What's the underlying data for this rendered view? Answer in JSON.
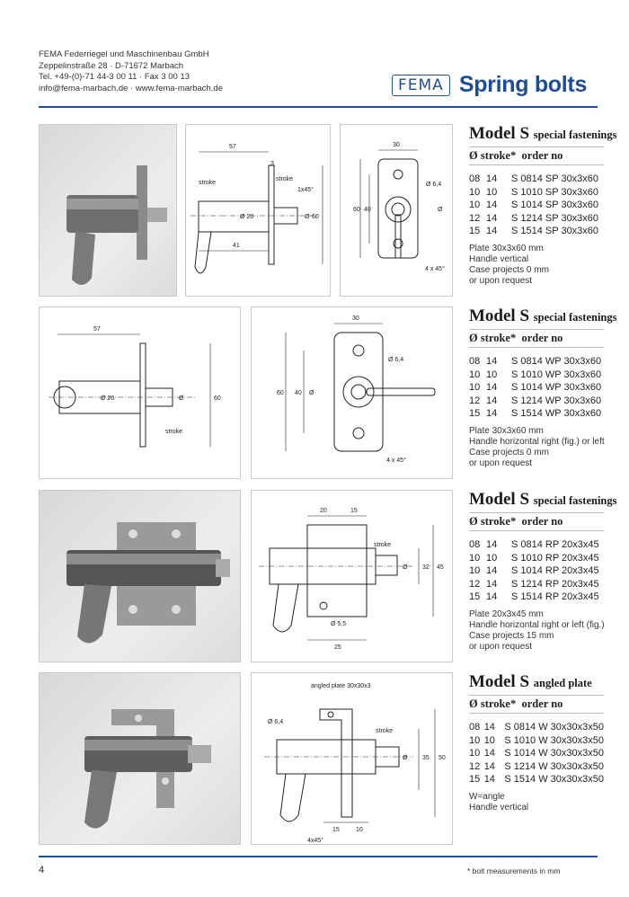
{
  "company": {
    "name": "FEMA Federriegel und Maschinenbau GmbH",
    "address": "Zeppelinstraße 28 · D-71672 Marbach",
    "phone": "Tel. +49-(0)-71 44-3 00 11 · Fax 3 00 13",
    "web": "info@fema-marbach.de · www.fema-marbach.de"
  },
  "logo": "FEMA",
  "page_title": "Spring bolts",
  "header": {
    "diameter": "Ø",
    "stroke": "stroke*",
    "order": "order no"
  },
  "sections": [
    {
      "model": "Model S",
      "subtitle": "special fastenings",
      "rows": [
        [
          "08",
          "14",
          "S 0814 SP 30x3x60"
        ],
        [
          "10",
          "10",
          "S 1010 SP 30x3x60"
        ],
        [
          "10",
          "14",
          "S 1014 SP 30x3x60"
        ],
        [
          "12",
          "14",
          "S 1214 SP 30x3x60"
        ],
        [
          "15",
          "14",
          "S 1514 SP 30x3x60"
        ]
      ],
      "notes": [
        "Plate 30x3x60 mm",
        "Handle vertical",
        "Case projects 0 mm",
        "or upon request"
      ],
      "dims_side": {
        "length": "57",
        "thickness": "3",
        "stroke_left": "stroke",
        "stroke_right": "stroke",
        "chamfer": "1x45°",
        "dia_body": "Ø 20",
        "dia_pin": "Ø",
        "height": "60",
        "lower": "41"
      },
      "dims_front": {
        "width": "30",
        "hole": "Ø 6,4",
        "h1": "60",
        "h2": "40",
        "dia": "Ø",
        "chamfer": "4 x 45°"
      }
    },
    {
      "model": "Model S",
      "subtitle": "special fastenings",
      "rows": [
        [
          "08",
          "14",
          "S 0814 WP 30x3x60"
        ],
        [
          "10",
          "10",
          "S 1010 WP 30x3x60"
        ],
        [
          "10",
          "14",
          "S 1014 WP 30x3x60"
        ],
        [
          "12",
          "14",
          "S 1214 WP 30x3x60"
        ],
        [
          "15",
          "14",
          "S 1514 WP 30x3x60"
        ]
      ],
      "notes": [
        "Plate 30x3x60 mm",
        "Handle horizontal right (fig.) or left",
        "Case projects 0 mm",
        "or upon request"
      ],
      "dims_side": {
        "length": "57",
        "dia_body": "Ø 20",
        "dia_pin": "Ø",
        "height": "60",
        "stroke": "stroke"
      },
      "dims_front": {
        "width": "30",
        "hole": "Ø 6,4",
        "h1": "60",
        "h2": "40",
        "dia": "Ø",
        "chamfer": "4 x 45°"
      }
    },
    {
      "model": "Model S",
      "subtitle": "special fastenings",
      "rows": [
        [
          "08",
          "14",
          "S 0814 RP 20x3x45"
        ],
        [
          "10",
          "10",
          "S 1010 RP 20x3x45"
        ],
        [
          "10",
          "14",
          "S 1014 RP 20x3x45"
        ],
        [
          "12",
          "14",
          "S 1214 RP 20x3x45"
        ],
        [
          "15",
          "14",
          "S 1514 RP 20x3x45"
        ]
      ],
      "notes": [
        "Plate 20x3x45 mm",
        "Handle horizontal right or left (fig.)",
        "Case projects 15 mm",
        "or upon request"
      ],
      "dims": {
        "w1": "20",
        "w2": "15",
        "stroke": "stroke",
        "dia": "Ø",
        "h1": "32",
        "h2": "45",
        "hole": "Ø 5,5",
        "bottom": "25"
      }
    },
    {
      "model": "Model S",
      "subtitle": "angled plate",
      "rows": [
        [
          "08",
          "14",
          "S 0814 W 30x30x3x50"
        ],
        [
          "10",
          "10",
          "S 1010 W 30x30x3x50"
        ],
        [
          "10",
          "14",
          "S 1014 W 30x30x3x50"
        ],
        [
          "12",
          "14",
          "S 1214 W 30x30x3x50"
        ],
        [
          "15",
          "14",
          "S 1514 W 30x30x3x50"
        ]
      ],
      "notes": [
        "W=angle",
        "Handle vertical"
      ],
      "dims": {
        "plate": "angled plate 30x30x3",
        "hole": "Ø 6,4",
        "stroke": "stroke",
        "dia": "Ø",
        "h1": "35",
        "h2": "50",
        "b1": "15",
        "b2": "10",
        "chamfer": "4x45°"
      }
    }
  ],
  "page_number": "4",
  "footnote": "* bolt measurements in mm",
  "colors": {
    "accent": "#1f4e96"
  }
}
